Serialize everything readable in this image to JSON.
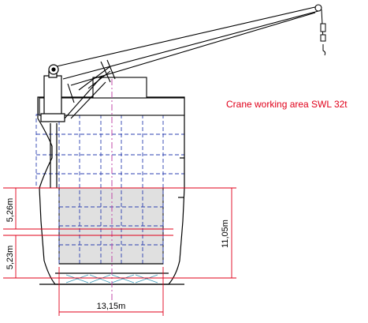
{
  "caption": "Crane working area SWL 32t",
  "dimensions": {
    "upper_height": "5,26m",
    "lower_height": "5,23m",
    "total_height": "11,05m",
    "width": "13,15m"
  },
  "colors": {
    "line": "#000000",
    "accent": "#e0001a",
    "grid": "#2b3fb0",
    "centerline": "#c04aa8",
    "hold_fill": "#e0e0e0",
    "bottom_cross": "#3a9ab8"
  }
}
